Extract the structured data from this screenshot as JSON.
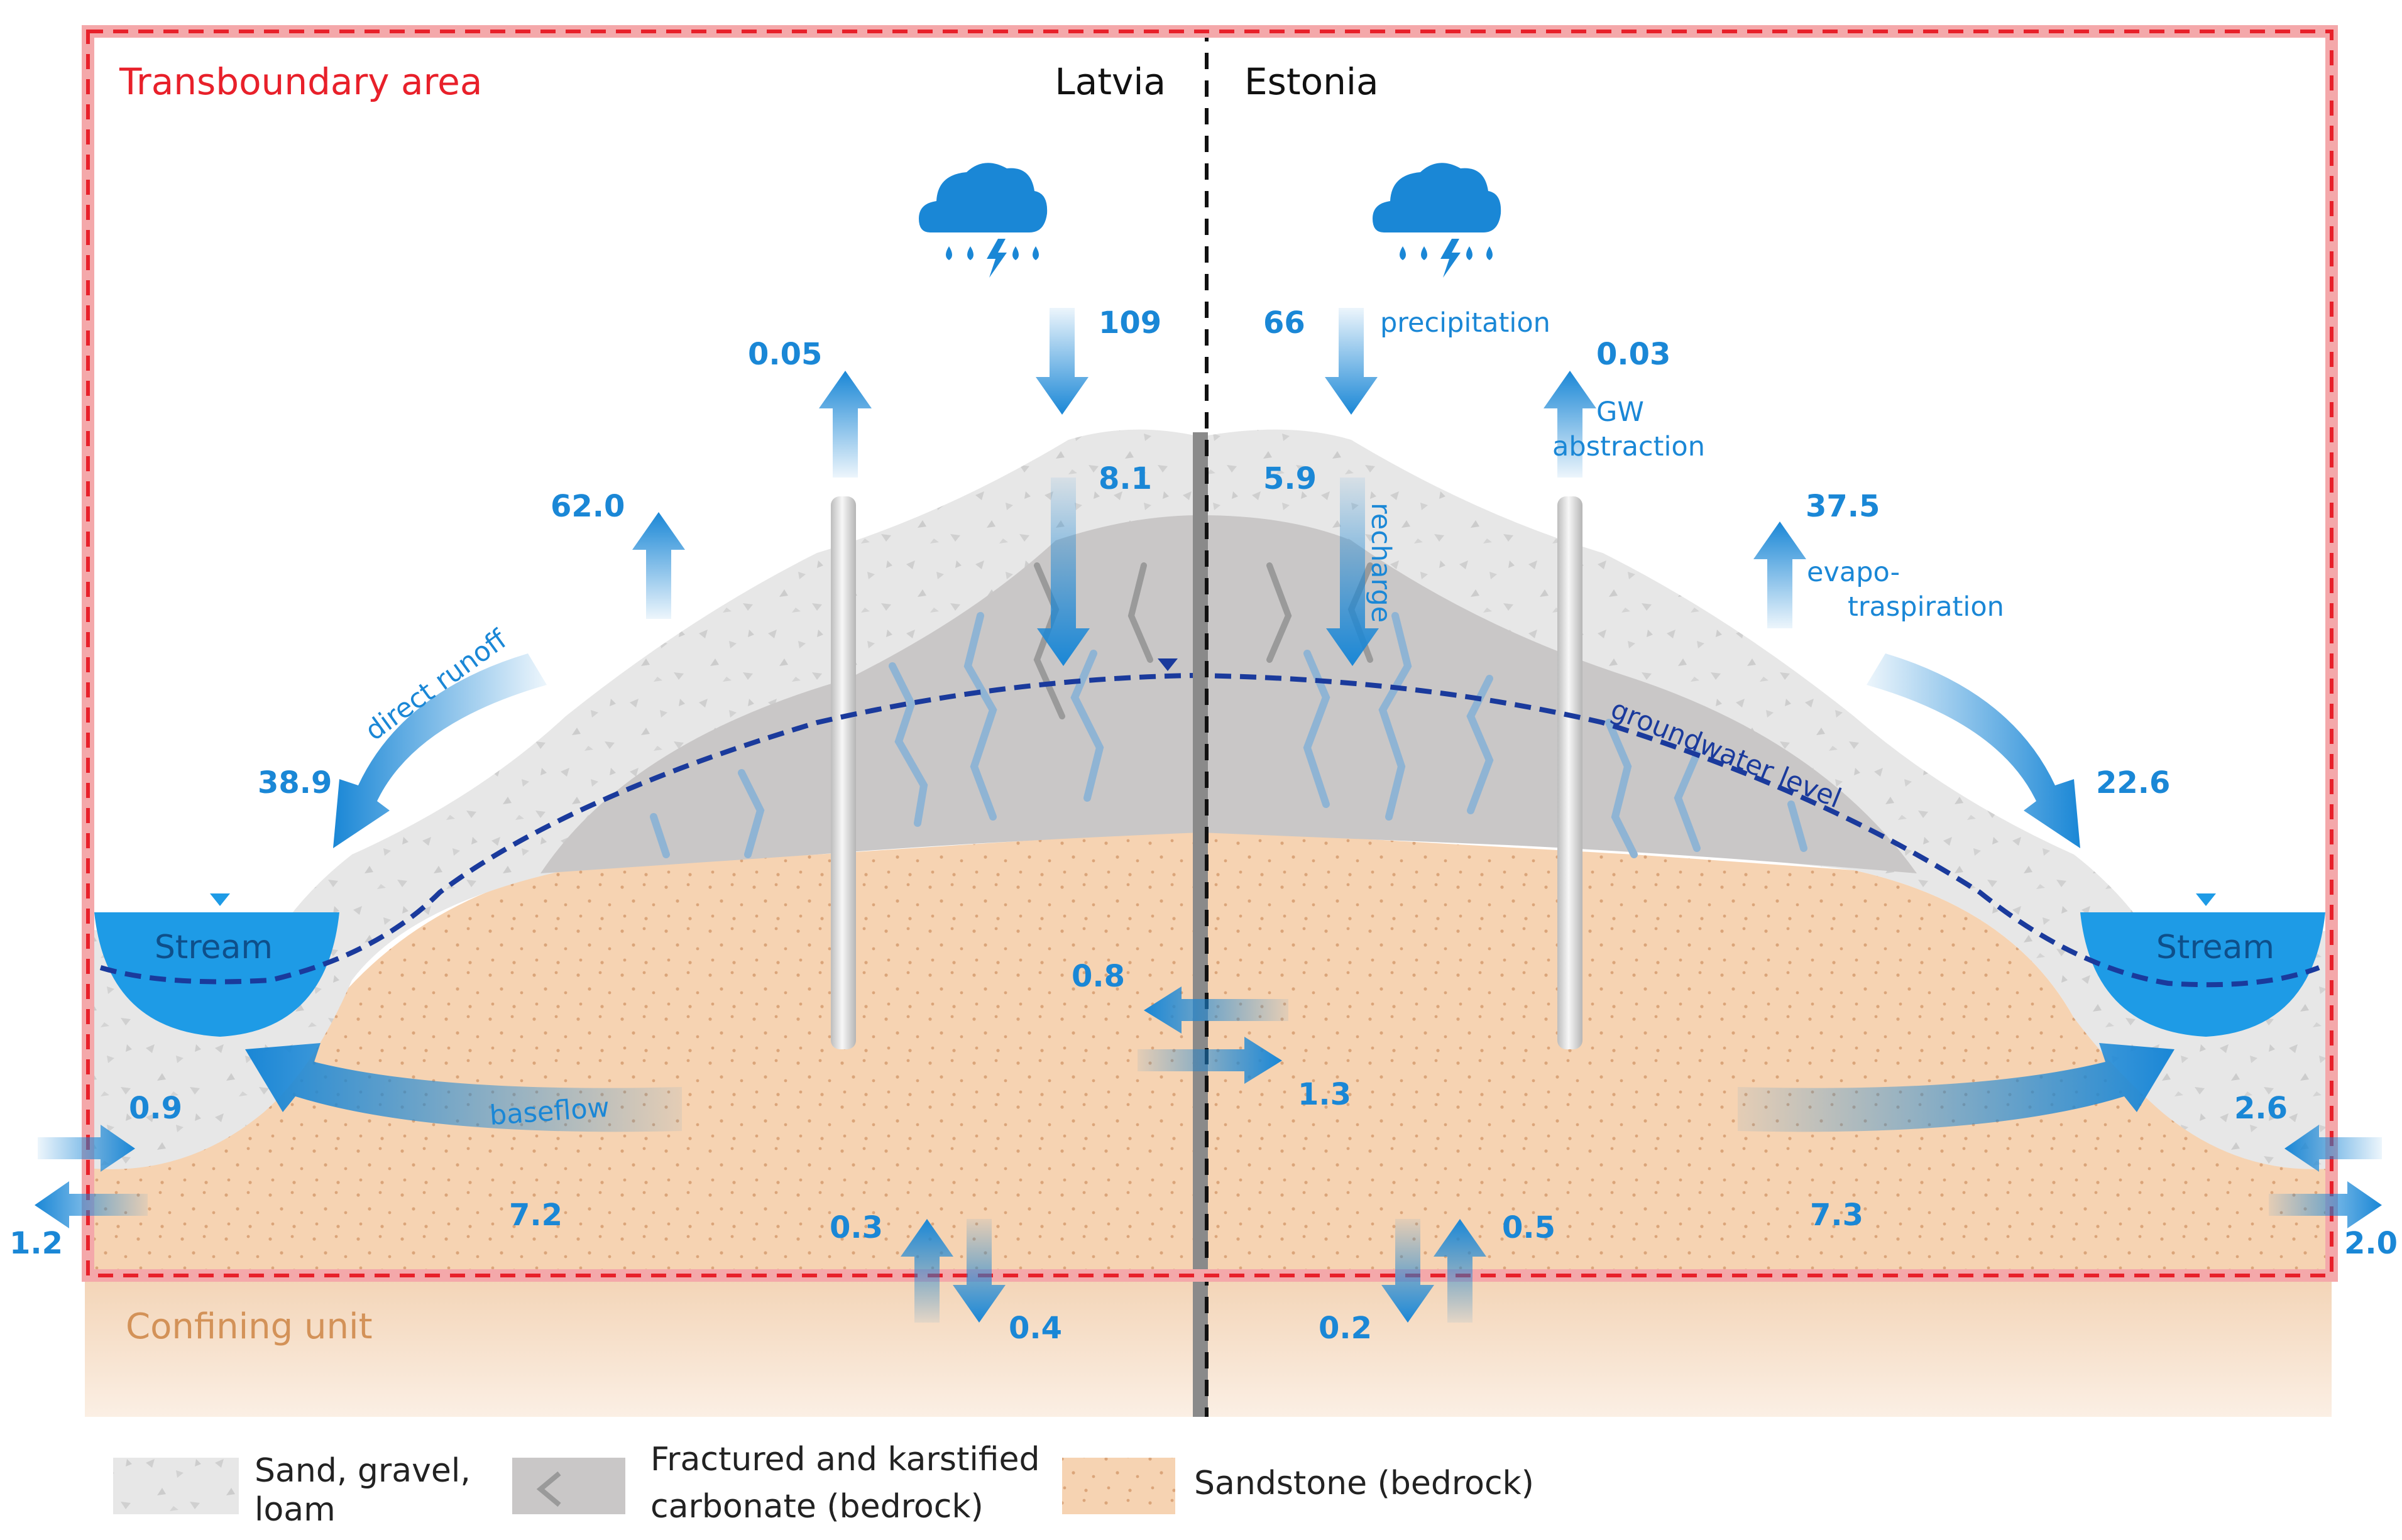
{
  "title": "Transboundary area",
  "countries": {
    "left": "Latvia",
    "right": "Estonia"
  },
  "confining_unit": "Confining unit",
  "terms": {
    "precipitation": "precipitation",
    "gw_abstraction": "GW abstraction",
    "gw_line1": "GW",
    "gw_line2": "abstraction",
    "recharge": "recharge",
    "evapotranspiration_line1": "evapo-",
    "evapotranspiration_line2": "traspiration",
    "direct_runoff": "direct runoff",
    "groundwater_level": "groundwater level",
    "baseflow": "baseflow",
    "stream": "Stream"
  },
  "latvia": {
    "precipitation": "109",
    "gw_abstraction": "0.05",
    "recharge": "8.1",
    "evapotranspiration": "62.0",
    "direct_runoff": "38.9",
    "baseflow": "7.2",
    "lateral_in": "0.9",
    "lateral_out": "1.2",
    "vertical_up": "0.3",
    "vertical_down": "0.4"
  },
  "estonia": {
    "precipitation": "66",
    "gw_abstraction": "0.03",
    "recharge": "5.9",
    "evapotranspiration": "37.5",
    "direct_runoff": "22.6",
    "baseflow": "7.3",
    "lateral_in": "2.6",
    "lateral_out": "2.0",
    "vertical_up": "0.5",
    "vertical_down": "0.2"
  },
  "cross_border": {
    "estonia_to_latvia": "0.8",
    "latvia_to_estonia": "1.3"
  },
  "legend": [
    {
      "line1": "Sand, gravel,",
      "line2": "loam"
    },
    {
      "line1": "Fractured and karstified",
      "line2": "carbonate (bedrock)"
    },
    {
      "line1": "Sandstone (bedrock)",
      "line2": ""
    }
  ],
  "colors": {
    "boundary": "#e8202a",
    "flux_blue": "#1a87d6",
    "gw_level": "#1a3a9c",
    "sand_gravel": "#e6e6e6",
    "carbonate": "#c7c5c5",
    "sandstone": "#f6d2b0",
    "stream": "#1e9be6"
  },
  "icons": [
    "rain-cloud-icon",
    "rain-cloud-icon"
  ]
}
